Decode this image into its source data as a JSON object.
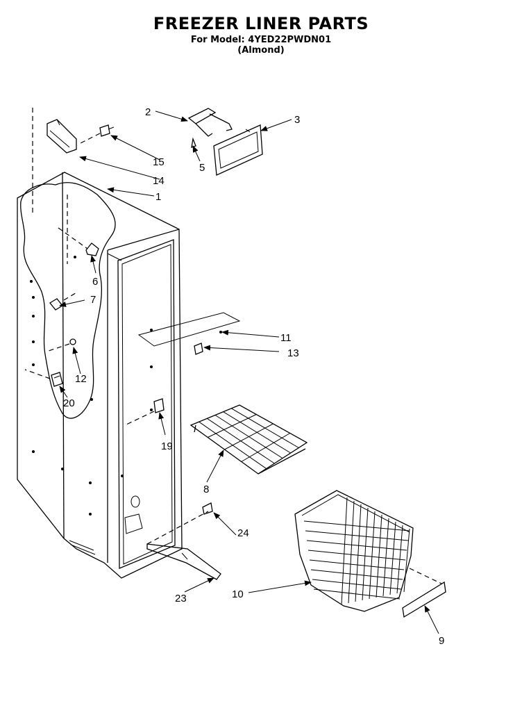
{
  "header": {
    "title": "FREEZER LINER PARTS",
    "model_line": "For Model: 4YED22PWDN01",
    "color_line": "(Almond)"
  },
  "callouts": [
    "1",
    "2",
    "3",
    "5",
    "6",
    "7",
    "8",
    "9",
    "10",
    "11",
    "12",
    "13",
    "14",
    "15",
    "19",
    "20",
    "23",
    "24"
  ]
}
